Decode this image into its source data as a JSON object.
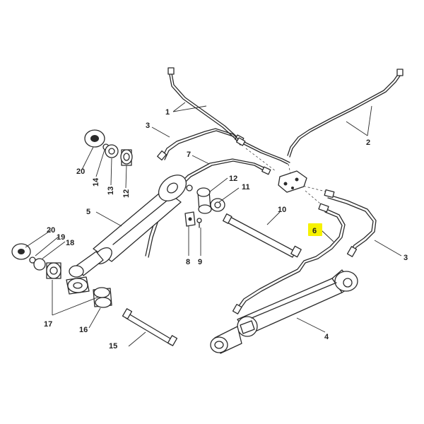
{
  "callouts": {
    "c1": "1",
    "c2": "2",
    "c3a": "3",
    "c3b": "3",
    "c4": "4",
    "c5": "5",
    "c6": "6",
    "c7": "7",
    "c8": "8",
    "c9": "9",
    "c10": "10",
    "c11": "11",
    "c12a": "12",
    "c12b": "12",
    "c13": "13",
    "c14": "14",
    "c15": "15",
    "c16": "16",
    "c17": "17",
    "c18": "18",
    "c19": "19",
    "c20a": "20",
    "c20b": "20"
  },
  "highlight_color": "#f6f200",
  "highlighted_callout": "6"
}
